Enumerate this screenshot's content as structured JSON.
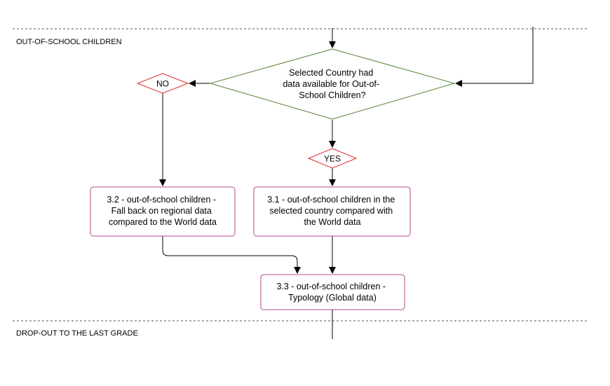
{
  "sections": {
    "out_of_school": "OUT-OF-SCHOOL CHILDREN",
    "drop_out": "DROP-OUT TO THE LAST GRADE"
  },
  "decision": {
    "lines": [
      "Selected Country had",
      "data available for Out-of-",
      "School Children?"
    ]
  },
  "branches": {
    "no": "NO",
    "yes": "YES"
  },
  "nodes": {
    "regional": {
      "lines": [
        "3.2 - out-of-school children -",
        "Fall back on regional data",
        "compared to the World data"
      ]
    },
    "country": {
      "lines": [
        "3.1 - out-of-school children in the",
        "selected country compared with",
        "the World data"
      ]
    },
    "typology": {
      "lines": [
        "3.3 - out-of-school children -",
        "Typology (Global data)"
      ]
    }
  },
  "colors": {
    "decision_stroke": "#548235",
    "tag_stroke": "#e0282e",
    "process_stroke": "#b4488f",
    "arrow": "#000000",
    "divider": "#555555"
  }
}
